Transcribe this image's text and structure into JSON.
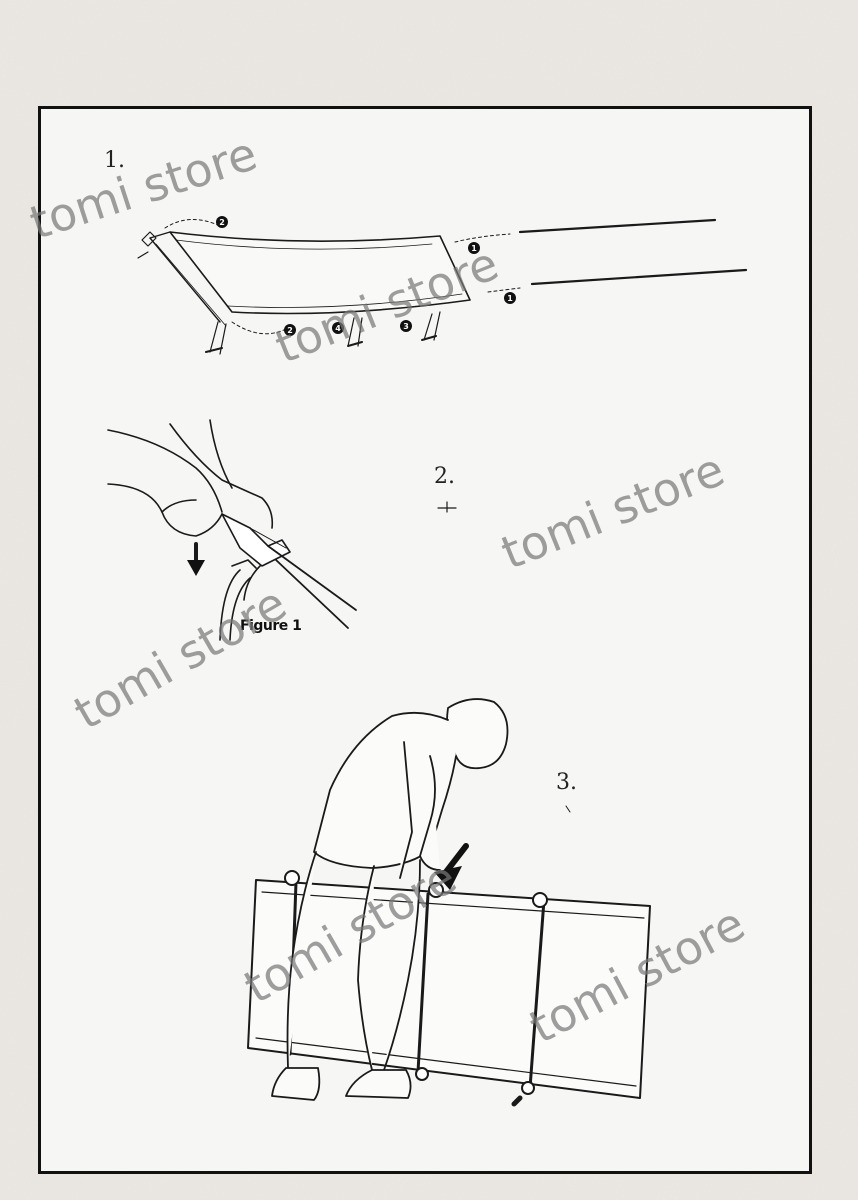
{
  "steps": {
    "step1": "1.",
    "step2": "2.",
    "step3": "3."
  },
  "figure_caption": "Figure 1",
  "markers": [
    "2",
    "1",
    "1",
    "2",
    "4",
    "3"
  ],
  "watermark": "tomi store",
  "colors": {
    "background": "#ece9e4",
    "panel": "#f6f6f5",
    "line": "#111111",
    "watermark": "#787878"
  }
}
